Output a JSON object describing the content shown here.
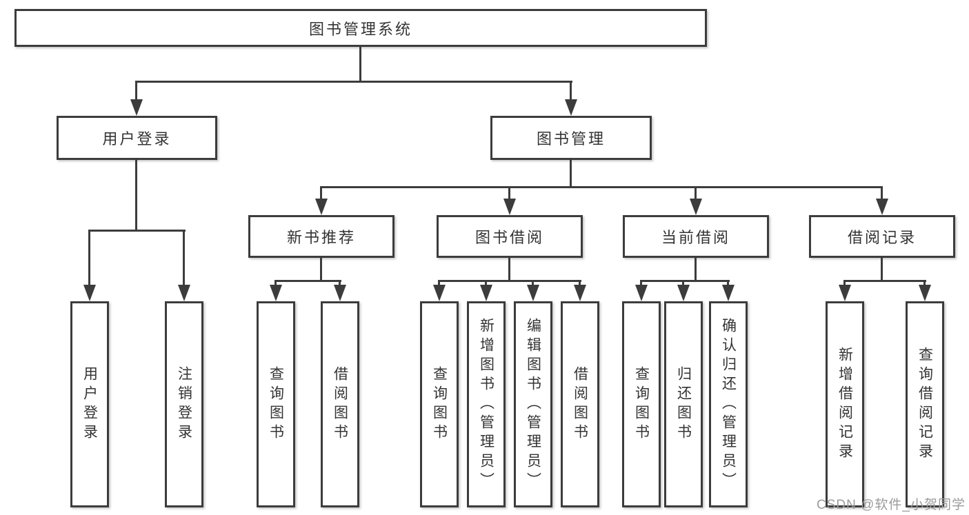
{
  "nodes": {
    "root": "图书管理系统",
    "level2": {
      "user_login": "用户登录",
      "book_management": "图书管理"
    },
    "level3": {
      "new_book_recommend": "新书推荐",
      "book_borrow": "图书借阅",
      "current_borrow": "当前借阅",
      "borrow_record": "借阅记录"
    },
    "leaves": {
      "user_login": "用户登录",
      "logout_login": "注销登录",
      "recommend_query_book": "查询图书",
      "recommend_borrow_book": "借阅图书",
      "borrow_query_book": "查询图书",
      "borrow_add_book": "新增图书（管理员）",
      "borrow_edit_book": "编辑图书（管理员）",
      "borrow_borrow_book": "借阅图书",
      "current_query_book": "查询图书",
      "current_return_book": "归还图书",
      "current_confirm_return": "确认归还（管理员）",
      "record_add_record": "新增借阅记录",
      "record_query_record": "查询借阅记录"
    }
  },
  "watermark": {
    "text": "CSDN @软件_小贺同学",
    "color": "#9b9b9b"
  },
  "colors": {
    "line": "#3c3c3c",
    "text": "#333333",
    "background": "#ffffff"
  }
}
